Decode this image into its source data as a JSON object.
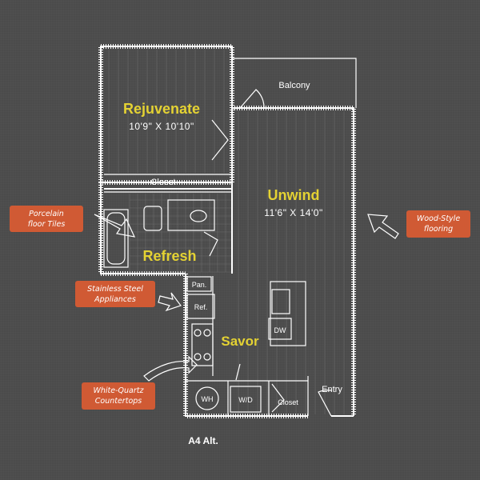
{
  "rooms": {
    "rejuvenate": {
      "name": "Rejuvenate",
      "dims": "10'9\" X 10'10\""
    },
    "unwind": {
      "name": "Unwind",
      "dims": "11'6\" X 14'0\""
    },
    "refresh": {
      "name": "Refresh"
    },
    "savor": {
      "name": "Savor"
    }
  },
  "labels": {
    "balcony": "Balcony",
    "closet_top": "Closet",
    "closet_bottom": "Closet",
    "entry": "Entry",
    "pan": "Pan.",
    "ref": "Ref.",
    "dw": "DW",
    "wh": "WH",
    "wd": "W/D"
  },
  "callouts": {
    "porcelain": [
      "Porcelain",
      "floor Tiles"
    ],
    "stainless": [
      "Stainless Steel",
      "Appliances"
    ],
    "quartz": [
      "White-Quartz",
      "Countertops"
    ],
    "wood": [
      "Wood-Style",
      "flooring"
    ]
  },
  "plan_title": "A4 Alt.",
  "colors": {
    "background": "#4b4b4b",
    "room_name": "#e4d233",
    "callout": "#d05a34",
    "line": "#ffffff"
  }
}
